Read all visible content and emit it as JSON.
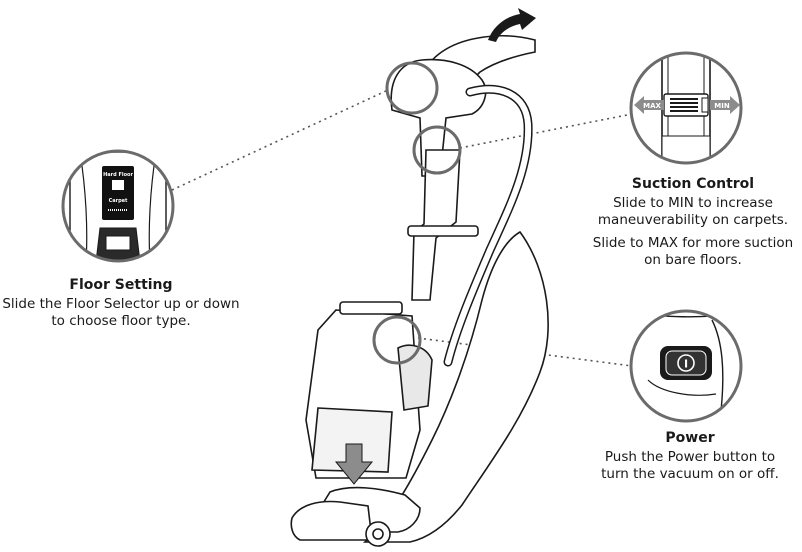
{
  "floor_setting": {
    "title": "Floor Setting",
    "description": "Slide the Floor Selector up or down to choose floor type.",
    "inset_label_top": "Hard Floor",
    "inset_label_bottom": "Carpet"
  },
  "suction_control": {
    "title": "Suction Control",
    "line1": "Slide to MIN to increase maneuverability on carpets.",
    "line2": "Slide to MAX for more suction on bare floors.",
    "max_label": "MAX",
    "min_label": "MIN"
  },
  "power": {
    "title": "Power",
    "description": "Push the Power button to turn the vacuum on or off.",
    "button_symbol": "I"
  },
  "colors": {
    "line": "#1a1a1a",
    "inset_ring": "#6b6b6b",
    "fill_gray": "#8c8c8c",
    "fill_light": "#d9d9d9"
  }
}
